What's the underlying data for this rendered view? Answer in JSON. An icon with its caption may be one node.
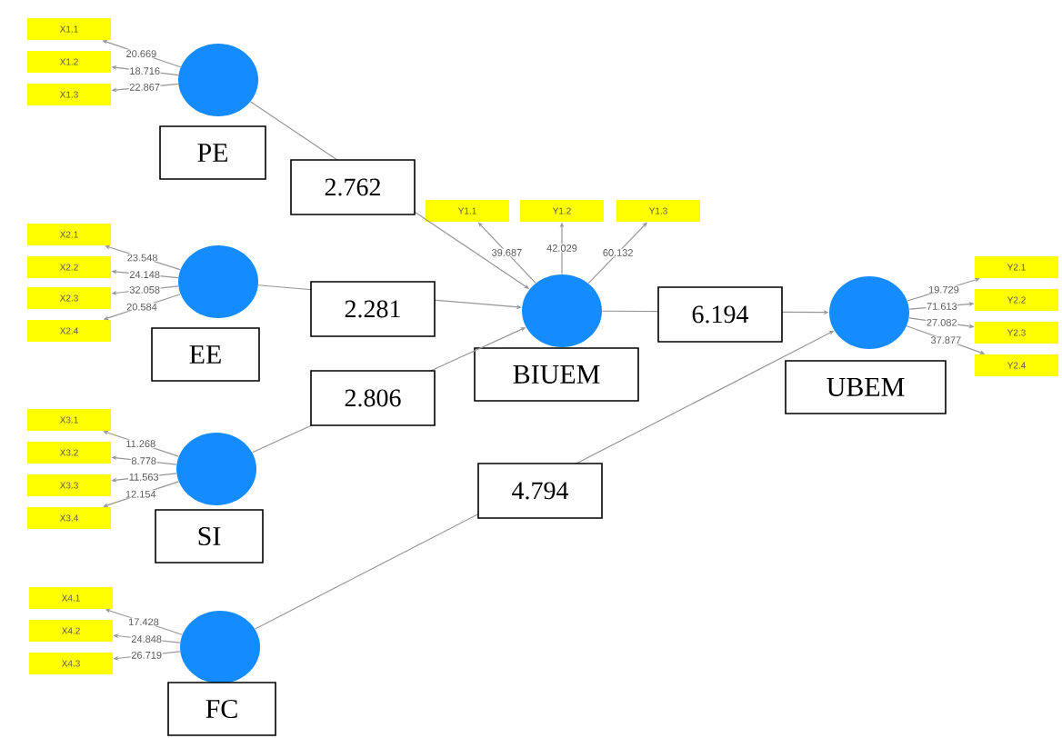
{
  "diagram": {
    "nodes": [
      {
        "text": [
          "X1.1"
        ]
      },
      {
        "text": [
          "X1.2"
        ]
      },
      {
        "text": [
          "X1.3"
        ]
      },
      {
        "text": [],
        "shape": "circle",
        "beside": [
          "PE"
        ]
      },
      {
        "text": [
          "X2.1"
        ]
      },
      {
        "text": [
          "X2.2"
        ]
      },
      {
        "text": [
          "X2.3"
        ]
      },
      {
        "text": [
          "X2.4"
        ]
      },
      {
        "text": [],
        "shape": "circle",
        "beside": [
          "EE"
        ]
      },
      {
        "text": [
          "X3.1"
        ]
      },
      {
        "text": [
          "X3.2"
        ]
      },
      {
        "text": [
          "X3.3"
        ]
      },
      {
        "text": [
          "X3.4"
        ]
      },
      {
        "text": [],
        "shape": "circle",
        "beside": [
          "SI"
        ]
      },
      {
        "text": [
          "X4.1"
        ]
      },
      {
        "text": [
          "X4.2"
        ]
      },
      {
        "text": [
          "X4.3"
        ]
      },
      {
        "text": [],
        "shape": "circle",
        "beside": [
          "FC"
        ]
      },
      {
        "text": [
          "Y1.1"
        ]
      },
      {
        "text": [
          "Y1.2"
        ]
      },
      {
        "text": [
          "Y1.3"
        ]
      },
      {
        "text": [],
        "shape": "circle",
        "beside": [
          "BIUEM"
        ]
      },
      {
        "text": [],
        "shape": "circle",
        "beside": [
          "UBEM"
        ]
      },
      {
        "text": [
          "Y2.1"
        ]
      },
      {
        "text": [
          "Y2.2"
        ]
      },
      {
        "text": [
          "Y2.3"
        ]
      },
      {
        "text": [
          "Y2.4"
        ]
      }
    ],
    "edges": [
      {
        "from": 3,
        "to": 0,
        "arrow": "to",
        "label": "20.669"
      },
      {
        "from": 3,
        "to": 1,
        "arrow": "to",
        "label": "18.716"
      },
      {
        "from": 3,
        "to": 2,
        "arrow": "to",
        "label": "22.867"
      },
      {
        "from": 8,
        "to": 4,
        "arrow": "to",
        "label": "23.548"
      },
      {
        "from": 8,
        "to": 5,
        "arrow": "to",
        "label": "24.148"
      },
      {
        "from": 8,
        "to": 6,
        "arrow": "to",
        "label": "32.058"
      },
      {
        "from": 8,
        "to": 7,
        "arrow": "to",
        "label": "20.584"
      },
      {
        "from": 13,
        "to": 9,
        "arrow": "to",
        "label": "11.268"
      },
      {
        "from": 13,
        "to": 10,
        "arrow": "to",
        "label": "8.778"
      },
      {
        "from": 13,
        "to": 11,
        "arrow": "to",
        "label": "11.563"
      },
      {
        "from": 13,
        "to": 12,
        "arrow": "to",
        "label": "12.154"
      },
      {
        "from": 17,
        "to": 14,
        "arrow": "to",
        "label": "17.428"
      },
      {
        "from": 17,
        "to": 15,
        "arrow": "to",
        "label": "24.848"
      },
      {
        "from": 17,
        "to": 16,
        "arrow": "to",
        "label": "26.719"
      },
      {
        "from": 21,
        "to": 18,
        "arrow": "to",
        "label": "39.687"
      },
      {
        "from": 21,
        "to": 19,
        "arrow": "to",
        "label": "42.029"
      },
      {
        "from": 21,
        "to": 20,
        "arrow": "to",
        "label": "60.132"
      },
      {
        "from": 22,
        "to": 23,
        "arrow": "to",
        "label": "19.729"
      },
      {
        "from": 22,
        "to": 24,
        "arrow": "to",
        "label": "71.613"
      },
      {
        "from": 22,
        "to": 25,
        "arrow": "to",
        "label": "27.082"
      },
      {
        "from": 22,
        "to": 26,
        "arrow": "to",
        "label": "37.877"
      },
      {
        "from": 3,
        "to": 21,
        "arrow": "to",
        "label": "2.762"
      },
      {
        "from": 8,
        "to": 21,
        "arrow": "to",
        "label": "2.281"
      },
      {
        "from": 13,
        "to": 21,
        "arrow": "to",
        "label": "2.806"
      },
      {
        "from": 21,
        "to": 22,
        "arrow": "to",
        "label": "6.194"
      },
      {
        "from": 17,
        "to": 22,
        "arrow": "to",
        "label": "4.794"
      }
    ]
  }
}
